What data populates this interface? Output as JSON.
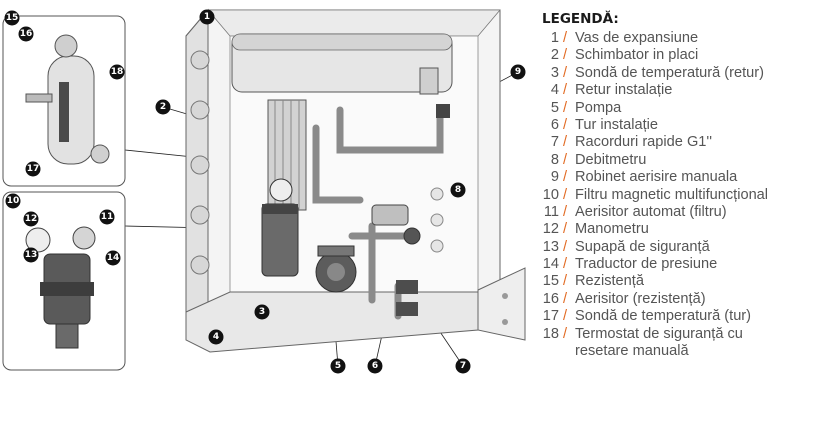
{
  "legend": {
    "title": "LEGENDĂ:",
    "separator": "/",
    "accent_color": "#e26b24",
    "items": [
      {
        "number": "1",
        "text": "Vas de expansiune"
      },
      {
        "number": "2",
        "text": "Schimbator in placi"
      },
      {
        "number": "3",
        "text": "Sondă de temperatură (retur)"
      },
      {
        "number": "4",
        "text": "Retur instalație"
      },
      {
        "number": "5",
        "text": "Pompa"
      },
      {
        "number": "6",
        "text": "Tur instalație"
      },
      {
        "number": "7",
        "text": "Racorduri rapide G1''"
      },
      {
        "number": "8",
        "text": "Debitmetru"
      },
      {
        "number": "9",
        "text": "Robinet aerisire manuala"
      },
      {
        "number": "10",
        "text": "Filtru magnetic multifuncțional"
      },
      {
        "number": "11",
        "text": "Aerisitor automat (filtru)"
      },
      {
        "number": "12",
        "text": "Manometru"
      },
      {
        "number": "13",
        "text": "Supapă de siguranță"
      },
      {
        "number": "14",
        "text": "Traductor de presiune"
      },
      {
        "number": "15",
        "text": "Rezistență"
      },
      {
        "number": "16",
        "text": "Aerisitor (rezistență)"
      },
      {
        "number": "17",
        "text": "Sondă de temperatură (tur)"
      },
      {
        "number": "18",
        "text": "Termostat de siguranță cu",
        "continuation": "resetare manuală"
      }
    ]
  },
  "callouts": [
    "1",
    "2",
    "3",
    "4",
    "5",
    "6",
    "7",
    "8",
    "9",
    "10",
    "11",
    "12",
    "13",
    "14",
    "15",
    "16",
    "17",
    "18"
  ]
}
